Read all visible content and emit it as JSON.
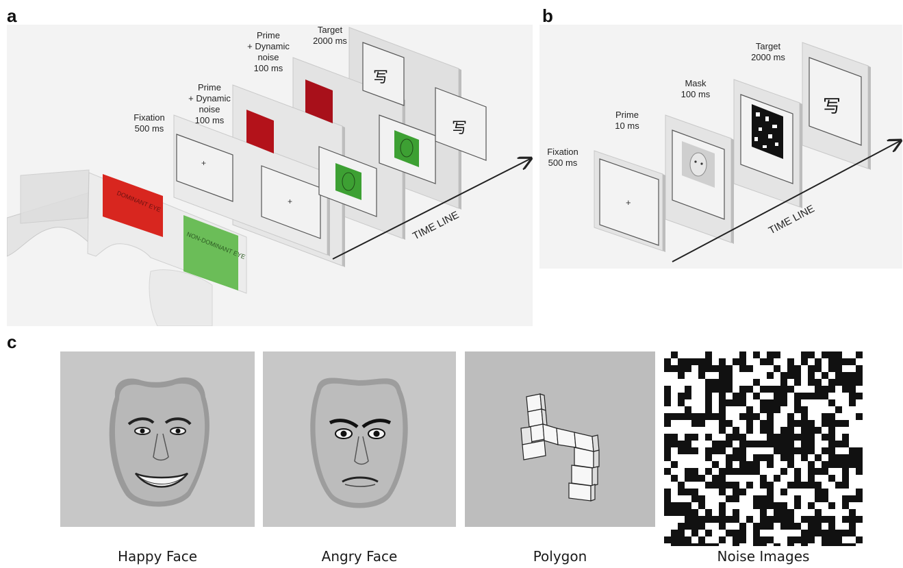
{
  "panel_a": {
    "letter": "a",
    "glasses": {
      "left_lens": "DOMINANT EYE",
      "right_lens": "NON-DOMINANT EYE"
    },
    "stages": [
      {
        "lines": [
          "Fixation",
          "500 ms"
        ]
      },
      {
        "lines": [
          "Prime",
          "+ Dynamic",
          "noise",
          "100 ms"
        ]
      },
      {
        "lines": [
          "Prime",
          "+ Dynamic",
          "noise",
          "100 ms"
        ]
      },
      {
        "lines": [
          "Target",
          "2000 ms"
        ]
      }
    ],
    "fixation_symbol": "+",
    "target_symbol": "写",
    "timeline_label": "TIME LINE",
    "colors": {
      "red": "#d8261f",
      "green": "#4aab3a",
      "noise_red": "#b3121a"
    }
  },
  "panel_b": {
    "letter": "b",
    "stages": [
      {
        "lines": [
          "Fixation",
          "500 ms"
        ]
      },
      {
        "lines": [
          "Prime",
          "10 ms"
        ]
      },
      {
        "lines": [
          "Mask",
          "100 ms"
        ]
      },
      {
        "lines": [
          "Target",
          "2000 ms"
        ]
      }
    ],
    "fixation_symbol": "+",
    "target_symbol": "写",
    "timeline_label": "TIME LINE"
  },
  "panel_c": {
    "letter": "c",
    "stimuli": [
      {
        "label": "Happy Face",
        "icon": "happy-face-photo"
      },
      {
        "label": "Angry Face",
        "icon": "angry-face-photo"
      },
      {
        "label": "Polygon",
        "icon": "cube-polygon"
      },
      {
        "label": "Noise Images",
        "icon": "noise-pattern"
      }
    ]
  }
}
